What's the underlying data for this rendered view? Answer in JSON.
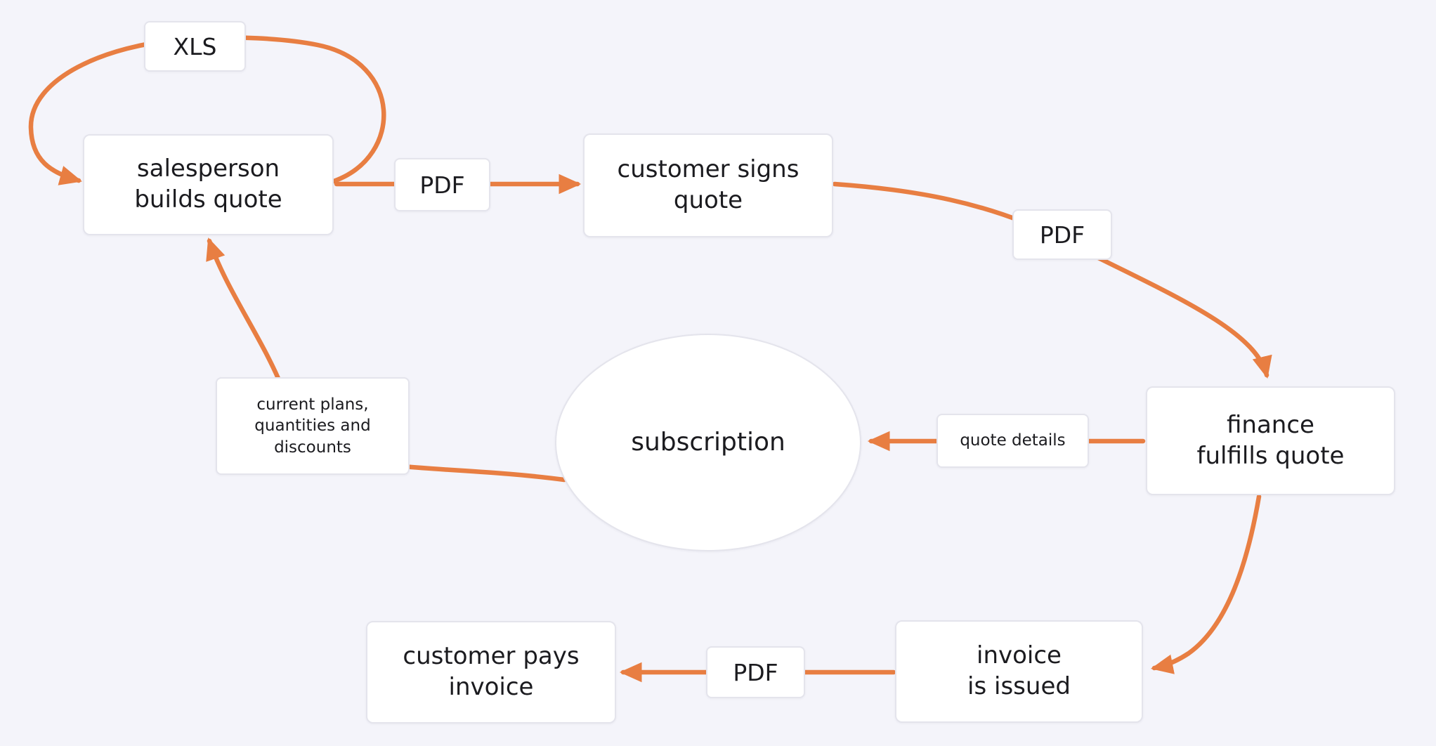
{
  "diagram": {
    "nodes": {
      "salesperson": "salesperson\nbuilds quote",
      "customer_signs": "customer signs\nquote",
      "finance": "finance\nfulfills quote",
      "subscription": "subscription",
      "invoice": "invoice\nis issued",
      "customer_pays": "customer pays\ninvoice"
    },
    "edge_labels": {
      "xls": "XLS",
      "pdf_quote": "PDF",
      "pdf_signed": "PDF",
      "quote_details": "quote details",
      "current_plans": "current plans,\nquantities and\ndiscounts",
      "pdf_invoice": "PDF"
    },
    "edges": [
      {
        "from": "salesperson builds quote",
        "to": "salesperson builds quote",
        "label": "XLS",
        "style": "self-loop"
      },
      {
        "from": "salesperson builds quote",
        "to": "customer signs quote",
        "label": "PDF",
        "style": "straight"
      },
      {
        "from": "customer signs quote",
        "to": "finance fulfills quote",
        "label": "PDF",
        "style": "curved"
      },
      {
        "from": "finance fulfills quote",
        "to": "subscription",
        "label": "quote details",
        "style": "straight"
      },
      {
        "from": "subscription",
        "to": "salesperson builds quote",
        "label": "current plans, quantities and discounts",
        "style": "curved"
      },
      {
        "from": "finance fulfills quote",
        "to": "invoice is issued",
        "label": "",
        "style": "curved"
      },
      {
        "from": "invoice is issued",
        "to": "customer pays invoice",
        "label": "PDF",
        "style": "straight"
      }
    ],
    "colors": {
      "background": "#F4F4FA",
      "node_fill": "#FFFFFF",
      "node_border": "#E4E4EC",
      "arrow": "#E87E42",
      "text": "#1B1B1F"
    }
  }
}
